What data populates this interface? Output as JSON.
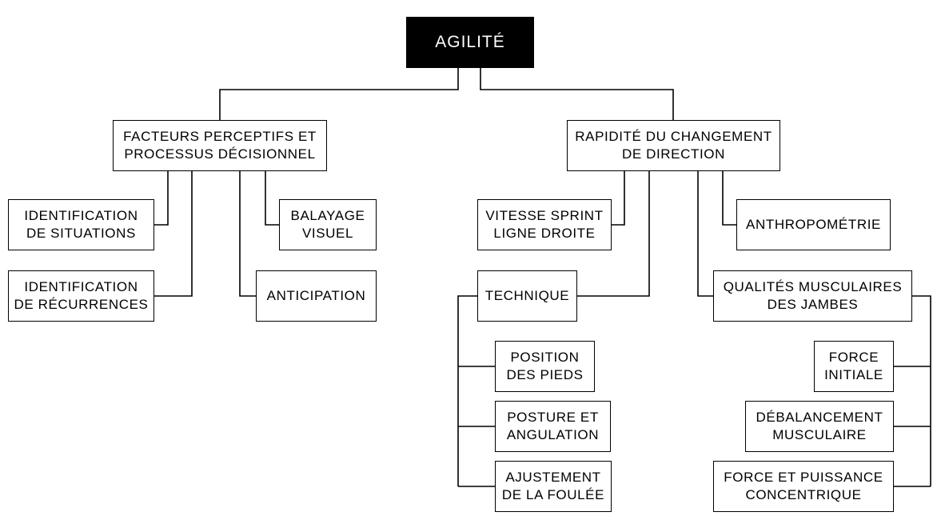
{
  "diagram": {
    "root": {
      "lines": [
        "AGILITÉ"
      ]
    },
    "perceptual": {
      "title": [
        "FACTEURS PERCEPTIFS ET",
        "PROCESSUS DÉCISIONNEL"
      ],
      "identification_situations": [
        "IDENTIFICATION",
        "DE SITUATIONS"
      ],
      "identification_recurrences": [
        "IDENTIFICATION",
        "DE RÉCURRENCES"
      ],
      "balayage": [
        "BALAYAGE",
        "VISUEL"
      ],
      "anticipation": [
        "ANTICIPATION"
      ]
    },
    "direction": {
      "title": [
        "RAPIDITÉ DU CHANGEMENT",
        "DE DIRECTION"
      ],
      "vitesse": [
        "VITESSE SPRINT",
        "LIGNE DROITE"
      ],
      "anthropometrie": [
        "ANTHROPOMÉTRIE"
      ],
      "technique": {
        "title": [
          "TECHNIQUE"
        ],
        "position": [
          "POSITION",
          "DES PIEDS"
        ],
        "posture": [
          "POSTURE ET",
          "ANGULATION"
        ],
        "ajustement": [
          "AJUSTEMENT",
          "DE LA FOULÉE"
        ]
      },
      "qualites": {
        "title": [
          "QUALITÉS MUSCULAIRES",
          "DES JAMBES"
        ],
        "force_initiale": [
          "FORCE",
          "INITIALE"
        ],
        "debalancement": [
          "DÉBALANCEMENT",
          "MUSCULAIRE"
        ],
        "force_puissance": [
          "FORCE ET PUISSANCE",
          "CONCENTRIQUE"
        ]
      }
    }
  }
}
